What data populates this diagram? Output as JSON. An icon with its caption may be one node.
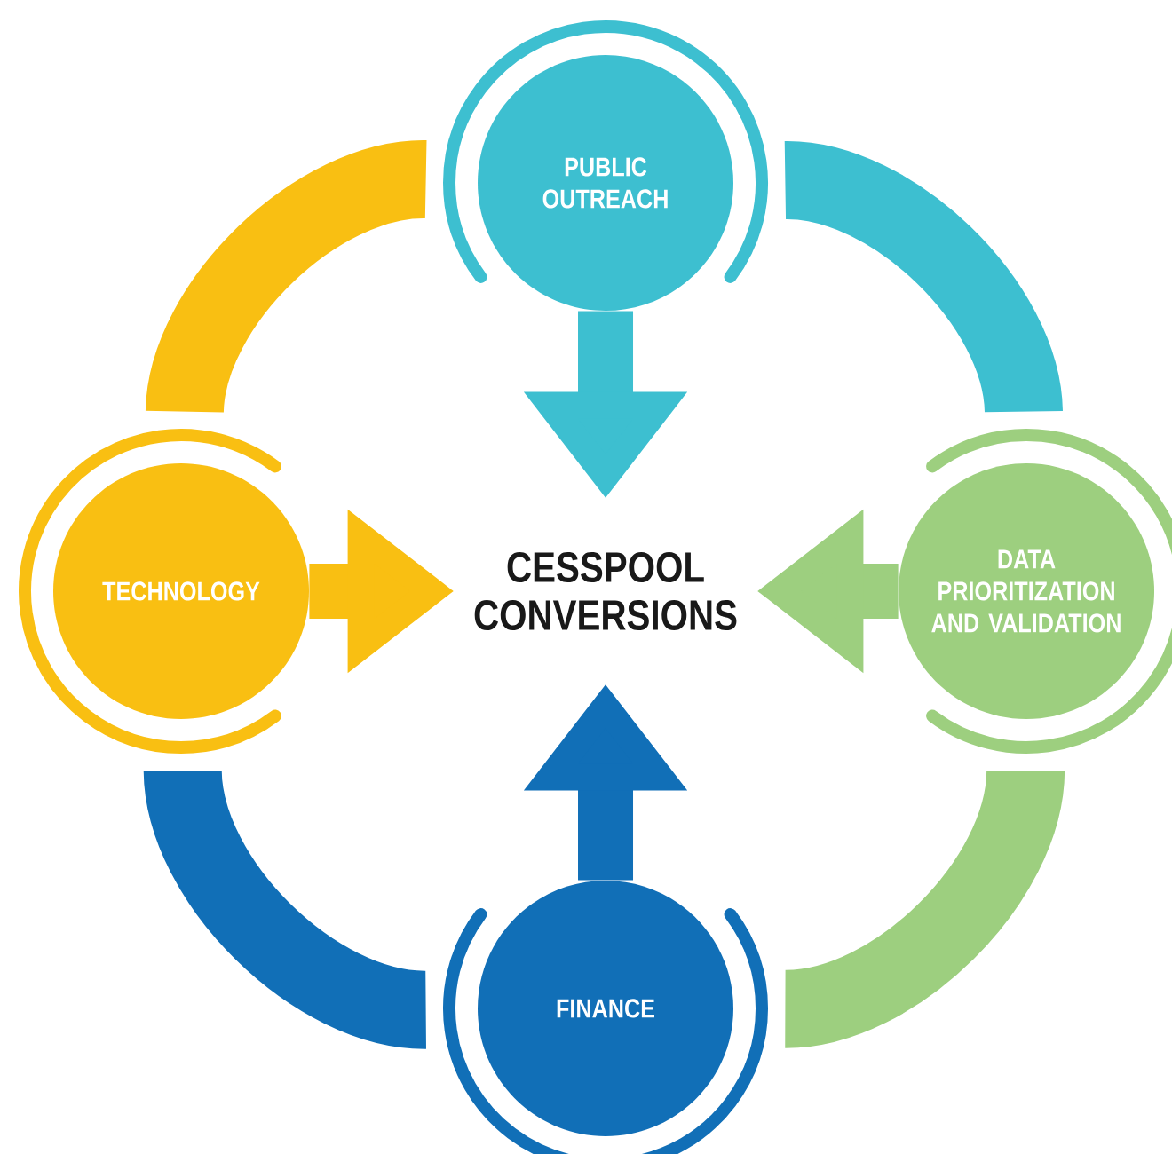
{
  "diagram": {
    "nodes": [
      {
        "text": [
          "CESSPOOL CONVERSIONS"
        ]
      },
      {
        "text": [
          "PUBLIC OUTREACH"
        ]
      },
      {
        "text": [
          "TECHNOLOGY"
        ]
      },
      {
        "text": [
          "DATA PRIORITIZATION AND VALIDATION"
        ]
      },
      {
        "text": [
          "FINANCE"
        ]
      }
    ],
    "edges": [
      {
        "from": 1,
        "to": 0,
        "arrow": "to",
        "color": "#3dbfd0"
      },
      {
        "from": 2,
        "to": 0,
        "arrow": "to",
        "color": "#f9bf12"
      },
      {
        "from": 3,
        "to": 0,
        "arrow": "to",
        "color": "#9dcf7f"
      },
      {
        "from": 4,
        "to": 0,
        "arrow": "to",
        "color": "#116fb7"
      },
      {
        "from": 1,
        "to": 2,
        "arrow": "none",
        "color": "#f9bf12"
      },
      {
        "from": 3,
        "to": 1,
        "arrow": "none",
        "color": "#3dbfd0"
      },
      {
        "from": 2,
        "to": 4,
        "arrow": "none",
        "color": "#116fb7"
      },
      {
        "from": 4,
        "to": 3,
        "arrow": "none",
        "color": "#9dcf7f"
      }
    ]
  }
}
